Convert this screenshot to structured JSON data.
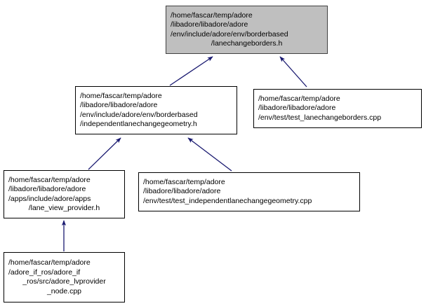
{
  "graph": {
    "title": "include dependency graph",
    "edge_color": "#191970",
    "node_fill": "#ffffff",
    "node_border": "#000000",
    "highlight_fill": "#bfbfbf",
    "highlight_border": "#404040"
  },
  "nodes": [
    {
      "id": "lanechangeborders",
      "highlight": true,
      "align": "center",
      "lines": [
        "/home/fascar/temp/adore",
        "/libadore/libadore/adore",
        "/env/include/adore/env/borderbased",
        "/lanechangeborders.h"
      ],
      "line_align": [
        "left",
        "left",
        "left",
        "center"
      ]
    },
    {
      "id": "independentlanechangegeometry",
      "highlight": false,
      "align": "center",
      "lines": [
        "/home/fascar/temp/adore",
        "/libadore/libadore/adore",
        "/env/include/adore/env/borderbased",
        "/independentlanechangegeometry.h"
      ],
      "line_align": [
        "left",
        "left",
        "left",
        "left"
      ]
    },
    {
      "id": "test_lanechangeborders",
      "highlight": false,
      "align": "center",
      "lines": [
        "/home/fascar/temp/adore",
        "/libadore/libadore/adore",
        "/env/test/test_lanechangeborders.cpp"
      ],
      "line_align": [
        "left",
        "left",
        "left"
      ]
    },
    {
      "id": "lane_view_provider",
      "highlight": false,
      "align": "center",
      "lines": [
        "/home/fascar/temp/adore",
        "/libadore/libadore/adore",
        "/apps/include/adore/apps",
        "/lane_view_provider.h"
      ],
      "line_align": [
        "left",
        "left",
        "left",
        "center"
      ]
    },
    {
      "id": "test_independentlanechangegeometry",
      "highlight": false,
      "align": "center",
      "lines": [
        "/home/fascar/temp/adore",
        "/libadore/libadore/adore",
        "/env/test/test_independentlanechangegeometry.cpp"
      ],
      "line_align": [
        "left",
        "left",
        "left"
      ]
    },
    {
      "id": "adore_lvprovider_node",
      "highlight": false,
      "align": "center",
      "lines": [
        "/home/fascar/temp/adore",
        "/adore_if_ros/adore_if",
        "_ros/src/adore_lvprovider",
        "_node.cpp"
      ],
      "line_align": [
        "left",
        "left",
        "center",
        "center"
      ]
    }
  ],
  "edges": [
    {
      "from": "independentlanechangegeometry",
      "to": "lanechangeborders"
    },
    {
      "from": "test_lanechangeborders",
      "to": "lanechangeborders"
    },
    {
      "from": "lane_view_provider",
      "to": "independentlanechangegeometry"
    },
    {
      "from": "test_independentlanechangegeometry",
      "to": "independentlanechangegeometry"
    },
    {
      "from": "adore_lvprovider_node",
      "to": "lane_view_provider"
    }
  ]
}
